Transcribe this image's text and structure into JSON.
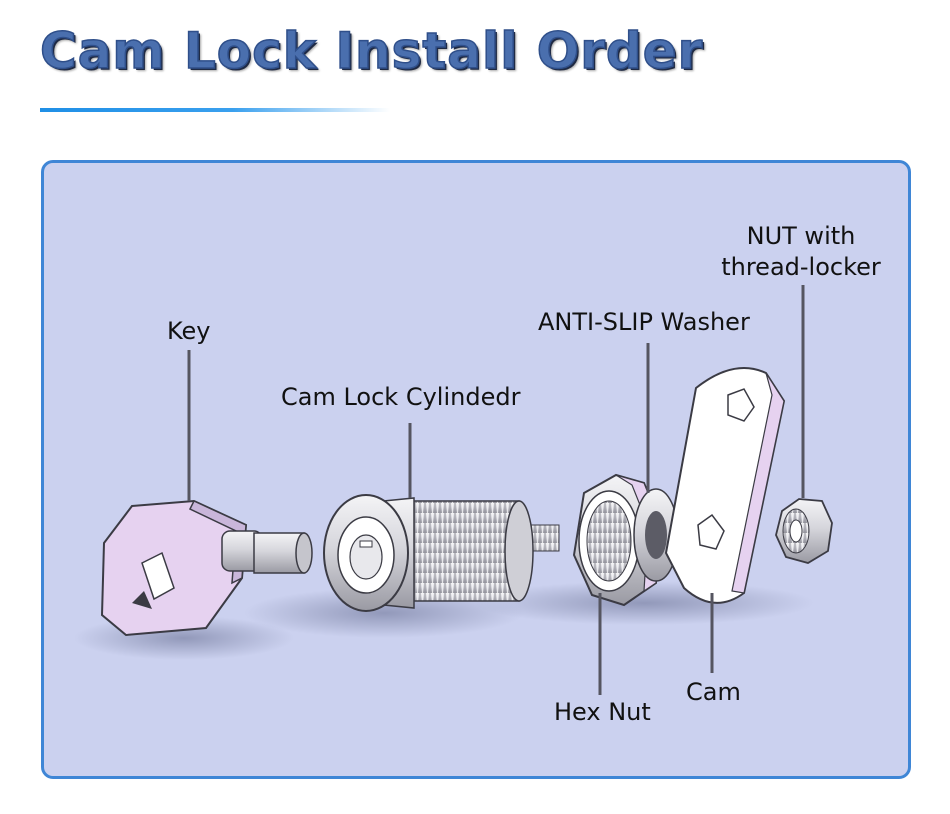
{
  "page": {
    "title": "Cam Lock Install Order"
  },
  "diagram": {
    "labels": {
      "key": "Key",
      "cylinder": "Cam Lock Cylindedr",
      "washer": "ANTI-SLIP Washer",
      "nut_line1": "NUT with",
      "nut_line2": "thread-locker",
      "hex_nut": "Hex Nut",
      "cam": "Cam"
    },
    "colors": {
      "panel_background": "#cbd1ef",
      "panel_border": "#3f86d6",
      "title_fill": "#4a6fae",
      "rule": "#1f8fe6",
      "part_highlight": "#e6d2f0"
    }
  }
}
